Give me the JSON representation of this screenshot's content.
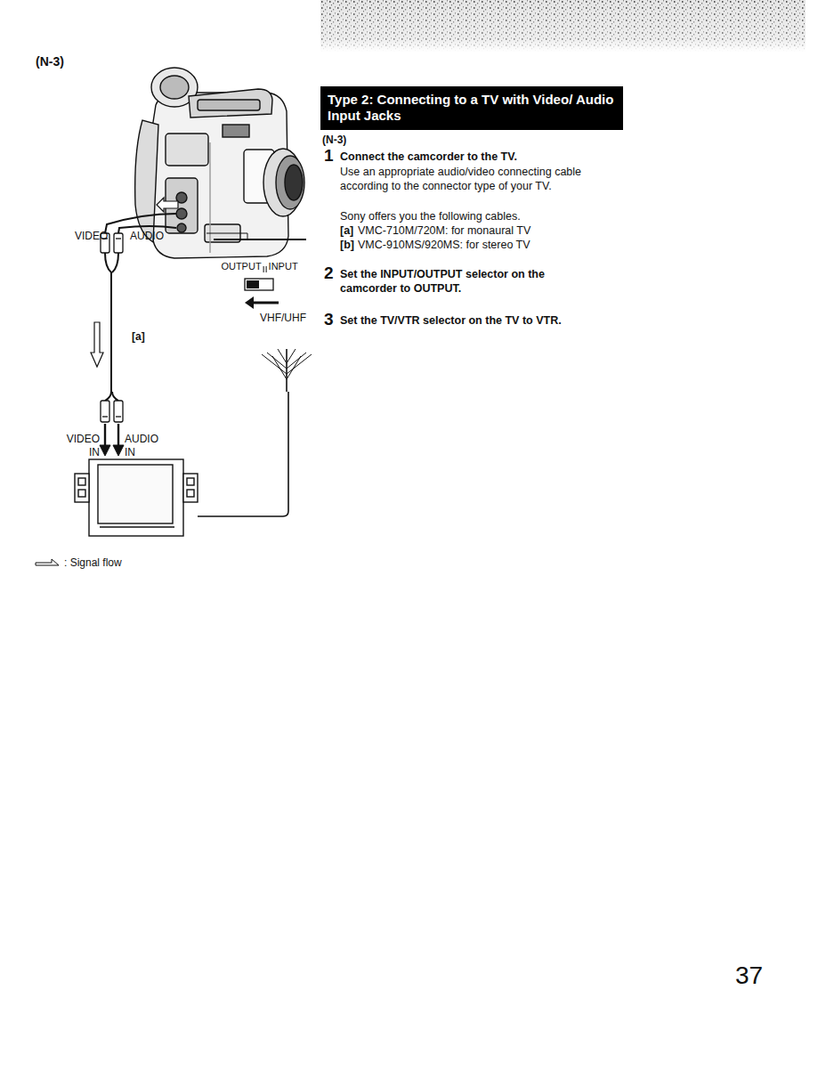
{
  "diagram": {
    "nodes": [
      {
        "text": [
          "Type 2: Connecting to a TV with Video/ Audio Input Jacks"
        ]
      },
      {
        "text": [
          "OUTPUT",
          "INPUT"
        ]
      }
    ],
    "labels": [
      "(N-3)",
      "VIDEO",
      "AUDIO",
      "[a]",
      "VHF/UHF",
      "VIDEO IN",
      "AUDIO IN",
      "(N-3)",
      "1",
      "Connect the camcorder to the TV.",
      "Use an appropriate audio/video connecting cable according to the connector type of your TV.",
      "Sony offers you the following cables.",
      "[a]",
      "VMC-710M/720M: for monaural TV",
      "[b]",
      "VMC-910MS/920MS: for stereo TV",
      "2",
      "Set the INPUT/OUTPUT selector on the camcorder to OUTPUT.",
      "3",
      "Set the TV/VTR selector on the TV to VTR.",
      "37"
    ],
    "legend": [
      {
        "text": ": Signal flow"
      }
    ]
  }
}
